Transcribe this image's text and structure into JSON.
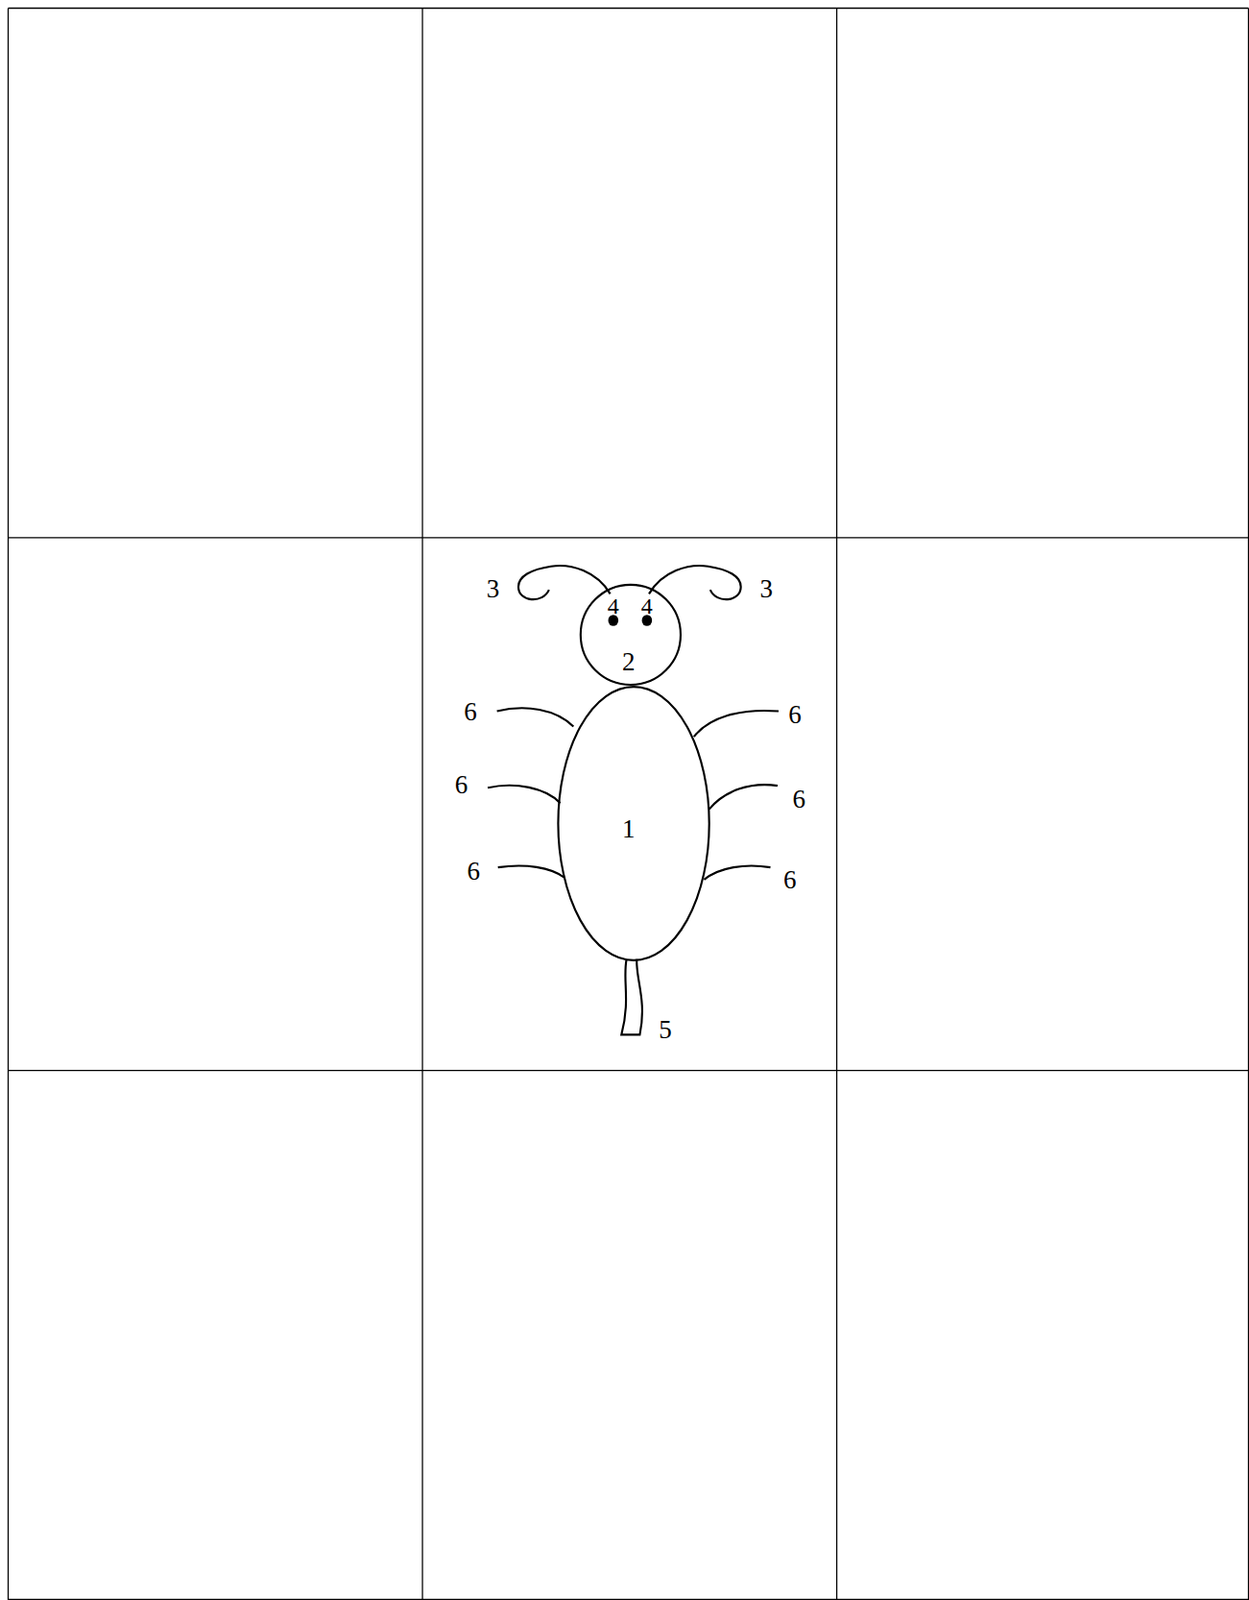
{
  "diagram": {
    "nodes": [
      {
        "text": [
          "4",
          "4",
          "2"
        ]
      },
      {
        "text": [
          "1"
        ]
      }
    ],
    "labels": [
      "3",
      "3",
      "6",
      "6",
      "6",
      "6",
      "6",
      "6",
      "5"
    ]
  }
}
